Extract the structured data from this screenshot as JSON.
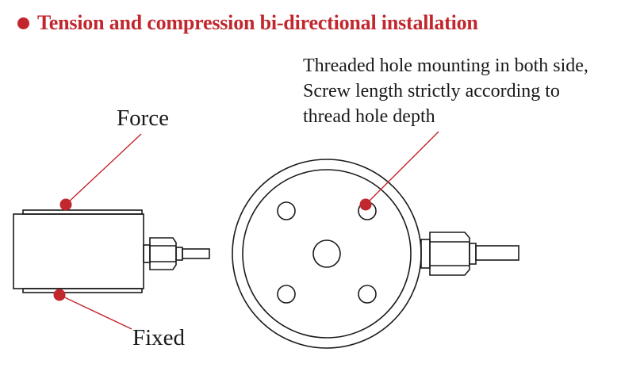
{
  "heading": {
    "title": "Tension and compression bi-directional installation"
  },
  "labels": {
    "force": "Force",
    "fixed": "Fixed",
    "note_lines": [
      "Threaded hole mounting in both side,",
      "Screw length strictly according to",
      "thread hole depth"
    ]
  },
  "colors": {
    "accent": "#c1272d",
    "line": "#1a1a1a",
    "background": "#ffffff"
  }
}
